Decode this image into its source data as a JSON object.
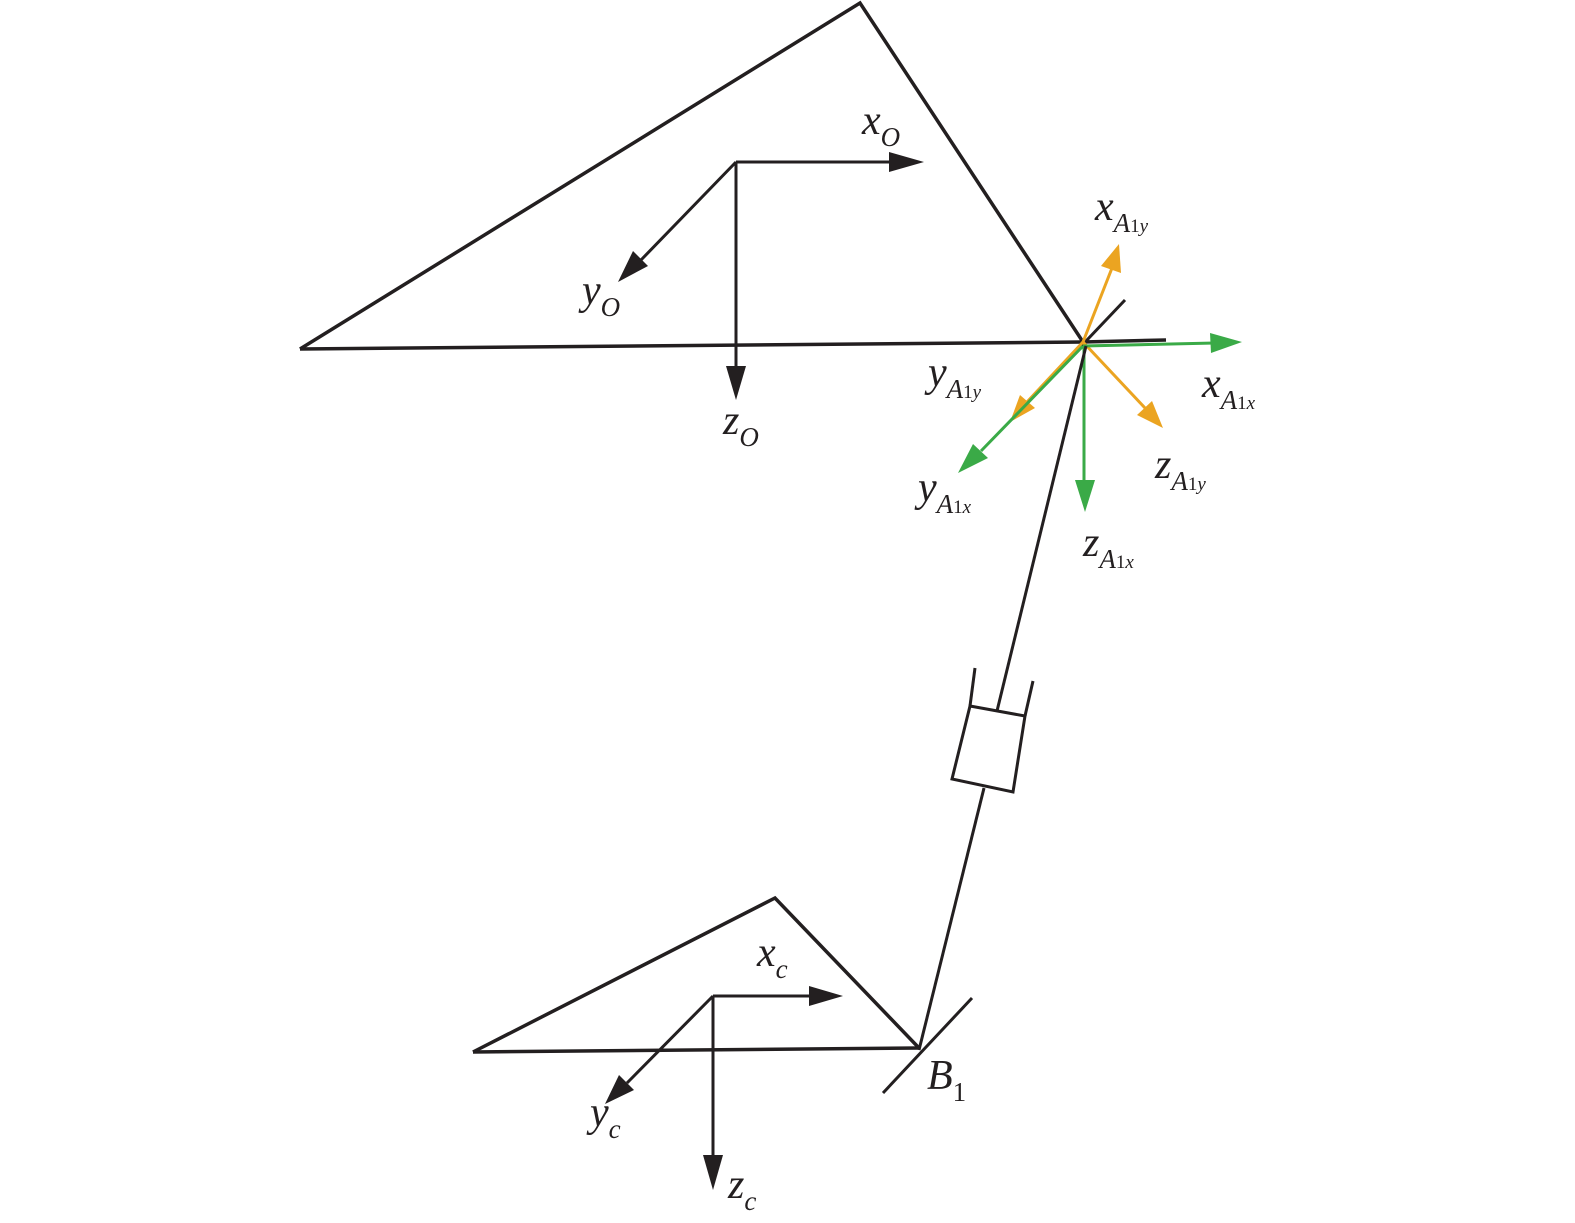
{
  "colors": {
    "black": "#231f20",
    "green": "#3aaa47",
    "orange": "#eba421"
  },
  "labels": {
    "xO": {
      "main": "x",
      "sub": "O"
    },
    "yO": {
      "main": "y",
      "sub": "O"
    },
    "zO": {
      "main": "z",
      "sub": "O"
    },
    "xA1y": {
      "main": "x",
      "sub": "A",
      "idx": "1",
      "sub2": "y"
    },
    "yA1y": {
      "main": "y",
      "sub": "A",
      "idx": "1",
      "sub2": "y"
    },
    "zA1y": {
      "main": "z",
      "sub": "A",
      "idx": "1",
      "sub2": "y"
    },
    "xA1x": {
      "main": "x",
      "sub": "A",
      "idx": "1",
      "sub2": "x"
    },
    "yA1x": {
      "main": "y",
      "sub": "A",
      "idx": "1",
      "sub2": "x"
    },
    "zA1x": {
      "main": "z",
      "sub": "A",
      "idx": "1",
      "sub2": "x"
    },
    "xc": {
      "main": "x",
      "sub": "c"
    },
    "yc": {
      "main": "y",
      "sub": "c"
    },
    "zc": {
      "main": "z",
      "sub": "c"
    },
    "B1": {
      "main": "B",
      "idx": "1"
    }
  }
}
